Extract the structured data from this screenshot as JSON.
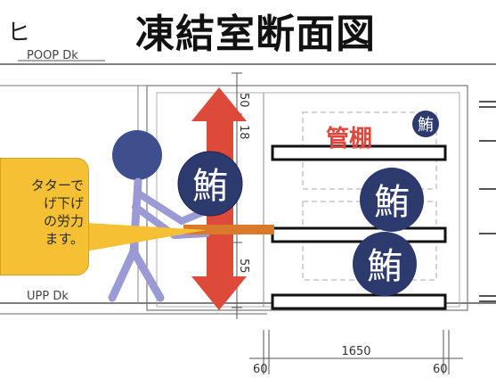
{
  "title": "凍結室断面図",
  "corner_char": "ヒ",
  "deck_labels": {
    "top": "POOP Dk",
    "bottom": "UPP Dk"
  },
  "shelf_label": "管棚",
  "fish_label_large_1": "鮪",
  "fish_label_large_2": "鮪",
  "fish_label_large_3": "鮪",
  "fish_label_small": "鮪",
  "fish_label_held": "鮪",
  "callout_lines": [
    "タターで",
    "げ下げ",
    "の労力",
    "ます。"
  ],
  "dimensions": {
    "top_vertical": "50",
    "upper_gap": "18",
    "lower_gap": "55",
    "width": "1650",
    "left_margin": "60",
    "right_margin": "60"
  },
  "colors": {
    "title": "#111111",
    "arrow_red": "#de4a3a",
    "shelf_label_red": "#e0463a",
    "fish_badge": "#2d3a6e",
    "person_blue": "#3f4f8e",
    "arms_lavender": "#9b9ad4",
    "callout_fill": "#f5c033",
    "board_orange": "#d97a2a",
    "drawing_line": "#555555"
  }
}
